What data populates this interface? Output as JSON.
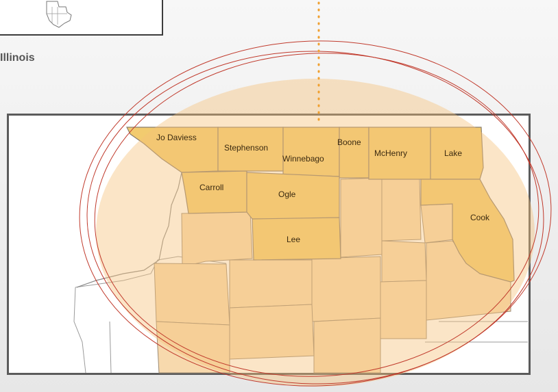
{
  "state_label": "Illinois",
  "colors": {
    "highlight_fill": "#f2cb6f",
    "region_fill": "#f7d7a9",
    "overlay_fill": "#f6c27a",
    "ring_stroke": "#c0392b",
    "dotted_line": "#f0a030",
    "frame_border": "#5b5b5b",
    "county_border": "#8a7d6b"
  },
  "highlighted_counties": [
    {
      "name": "Jo Daviess"
    },
    {
      "name": "Stephenson"
    },
    {
      "name": "Winnebago"
    },
    {
      "name": "Boone"
    },
    {
      "name": "McHenry"
    },
    {
      "name": "Lake"
    },
    {
      "name": "Carroll"
    },
    {
      "name": "Ogle"
    },
    {
      "name": "Lee"
    },
    {
      "name": "Cook"
    }
  ]
}
